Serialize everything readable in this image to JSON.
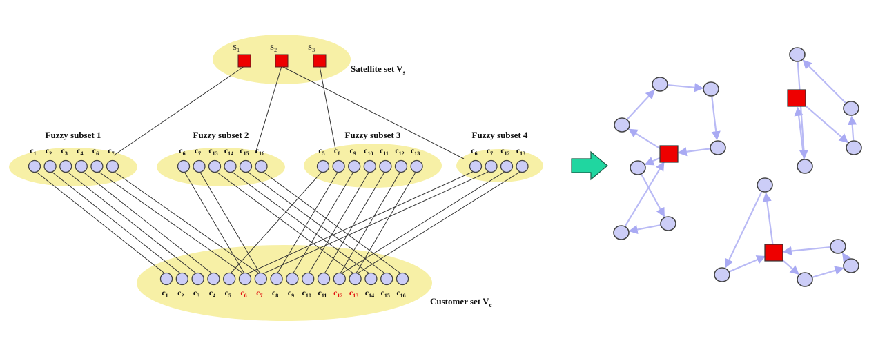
{
  "colors": {
    "ellipse": "#f7f0a6",
    "node_fill": "#cccdf7",
    "node_stroke": "#444444",
    "satellite": "#ee0000",
    "edge": "#333333",
    "route_edge": "#b9baf5",
    "route_arrow": "#a9aaf3",
    "highlight_text": "#e01010",
    "transition_arrow": "#20d6a0"
  },
  "satellite_set": {
    "label": "Satellite set V",
    "subscript": "s",
    "satellites": [
      "S1",
      "S2",
      "S3"
    ]
  },
  "fuzzy_subsets": [
    {
      "label": "Fuzzy subset 1",
      "customers": [
        "c1",
        "c2",
        "c3",
        "c4",
        "c6",
        "c7"
      ]
    },
    {
      "label": "Fuzzy subset 2",
      "customers": [
        "c6",
        "c7",
        "c13",
        "c14",
        "c15",
        "c16"
      ]
    },
    {
      "label": "Fuzzy subset 3",
      "customers": [
        "c5",
        "c8",
        "c9",
        "c10",
        "c11",
        "c12",
        "c13"
      ]
    },
    {
      "label": "Fuzzy subset 4",
      "customers": [
        "c6",
        "c7",
        "c12",
        "c13"
      ]
    }
  ],
  "satellite_links": [
    {
      "satellite": "S1",
      "subset": 1
    },
    {
      "satellite": "S2",
      "subset": 2
    },
    {
      "satellite": "S2",
      "subset": 4
    },
    {
      "satellite": "S3",
      "subset": 3
    }
  ],
  "customer_set": {
    "label": "Customer set V",
    "subscript": "c",
    "customers": [
      "c1",
      "c2",
      "c3",
      "c4",
      "c5",
      "c6",
      "c7",
      "c8",
      "c9",
      "c10",
      "c11",
      "c12",
      "c13",
      "c14",
      "c15",
      "c16"
    ],
    "highlighted": [
      "c6",
      "c7",
      "c12",
      "c13"
    ]
  },
  "routes": [
    {
      "depot": "route-1",
      "nodes": [
        "n1",
        "n2",
        "n3",
        "n4",
        "n5",
        "n6",
        "n7"
      ],
      "edges": [
        [
          "depot",
          "n1"
        ],
        [
          "n1",
          "n2"
        ],
        [
          "n2",
          "n3"
        ],
        [
          "n3",
          "n4"
        ],
        [
          "n4",
          "depot"
        ],
        [
          "depot",
          "n5"
        ],
        [
          "n5",
          "n6"
        ],
        [
          "n6",
          "n7"
        ],
        [
          "n7",
          "depot"
        ]
      ]
    },
    {
      "depot": "route-2",
      "nodes": [
        "n1",
        "n2",
        "n3",
        "n4"
      ],
      "edges": [
        [
          "n1",
          "depot"
        ],
        [
          "depot",
          "n2"
        ],
        [
          "n2",
          "n3"
        ],
        [
          "n3",
          "n4"
        ],
        [
          "n4",
          "n1"
        ]
      ]
    },
    {
      "depot": "route-3",
      "nodes": [
        "n1",
        "n2",
        "n3",
        "n4",
        "n5"
      ],
      "edges": [
        [
          "depot",
          "n1"
        ],
        [
          "n1",
          "n2"
        ],
        [
          "n2",
          "depot"
        ],
        [
          "depot",
          "n3"
        ],
        [
          "n3",
          "n4"
        ],
        [
          "n4",
          "n5"
        ],
        [
          "n5",
          "depot"
        ]
      ]
    }
  ]
}
